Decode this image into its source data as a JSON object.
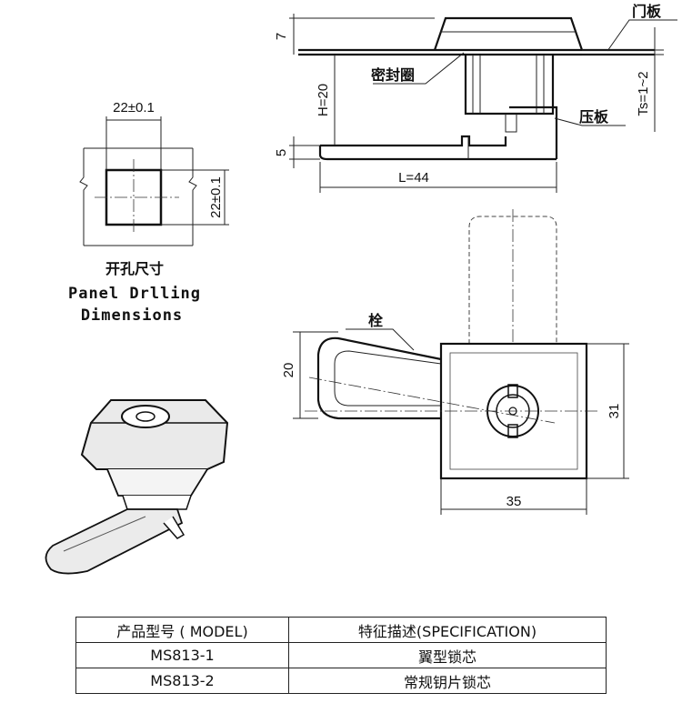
{
  "drilling": {
    "width_label": "22±0.1",
    "height_label": "22±0.1",
    "title_cn": "开孔尺寸",
    "title_en_1": "Panel Drlling",
    "title_en_2": "Dimensions"
  },
  "side_view": {
    "dim_top": "7",
    "dim_h": "H=20",
    "dim_bottom": "5",
    "dim_length": "L=44",
    "dim_ts": "Ts=1~2",
    "label_door": "门板",
    "label_seal": "密封圈",
    "label_plate": "压板"
  },
  "top_view": {
    "label_bolt": "栓",
    "dim_20": "20",
    "dim_31": "31",
    "dim_35": "35"
  },
  "table": {
    "header_model": "产品型号 ( MODEL)",
    "header_spec": "特征描述(SPECIFICATION)",
    "rows": [
      {
        "model": "MS813-1",
        "spec": "翼型锁芯"
      },
      {
        "model": "MS813-2",
        "spec": "常规钥片锁芯"
      }
    ]
  }
}
